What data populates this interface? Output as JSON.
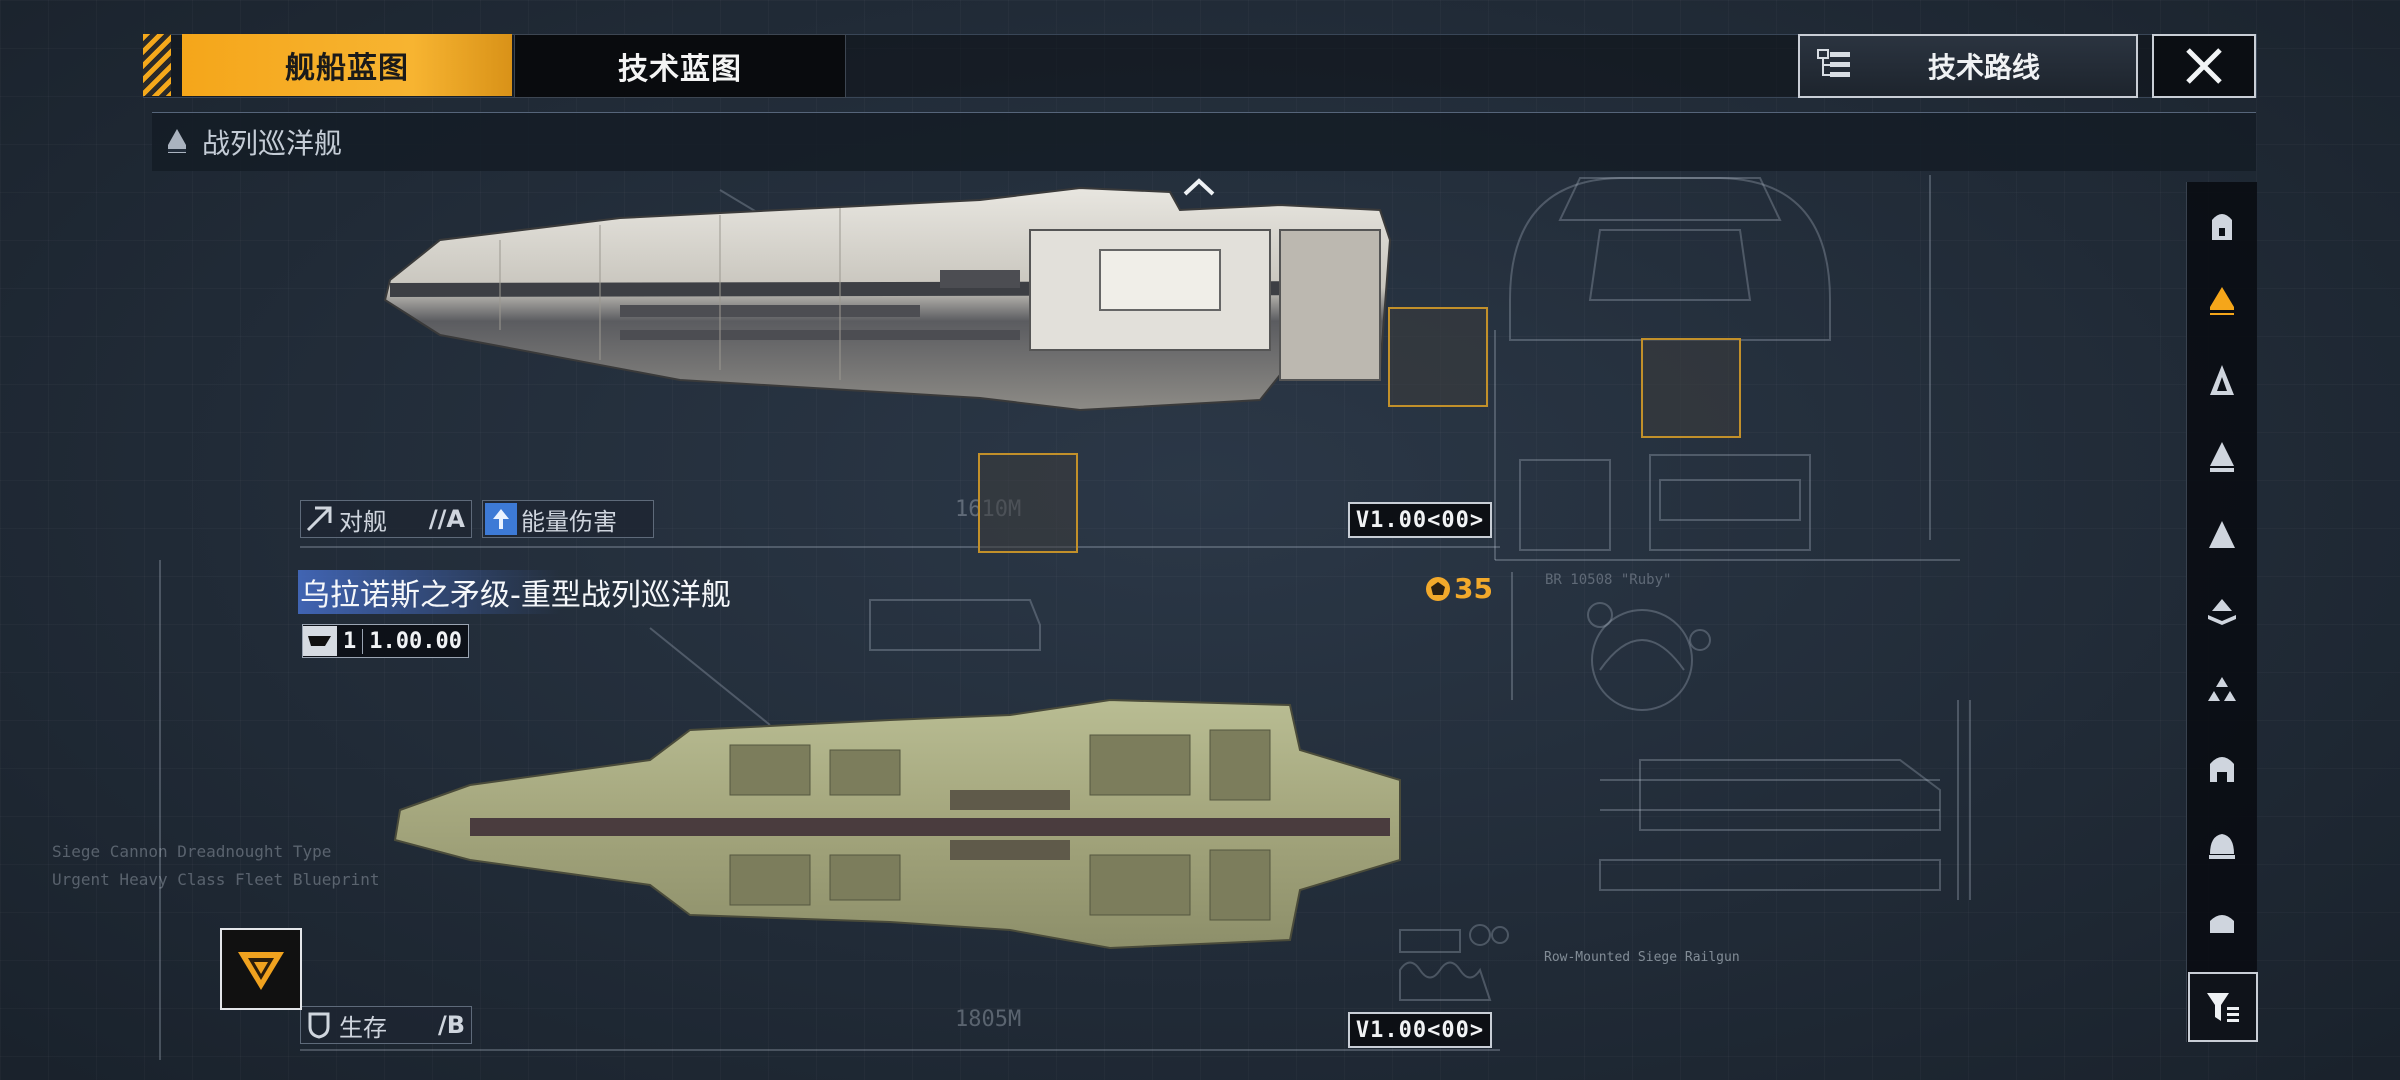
{
  "tabs": [
    {
      "label": "舰船蓝图",
      "active": true
    },
    {
      "label": "技术蓝图",
      "active": false
    }
  ],
  "route_button": {
    "label": "技术路线"
  },
  "close_button": {
    "icon": "close-icon"
  },
  "class_header": {
    "label": "战列巡洋舰",
    "icon": "cruiser-class-icon"
  },
  "upper_ship": {
    "role_label": "对舰",
    "role_grade": "//A",
    "damage_type": "能量伤害",
    "length": "1610M",
    "version": "V1.00<00>"
  },
  "ship": {
    "name": "乌拉诺斯之矛级-重型战列巡洋舰",
    "model_index": "1",
    "model_version": "1.00.00",
    "cost": "35"
  },
  "lower_ship": {
    "survival_label": "生存",
    "survival_grade": "/B",
    "length": "1805M",
    "version": "V1.00<00>"
  },
  "annotations": {
    "weapon_caption": "Row-Mounted Siege Railgun",
    "left_caption_1": "Siege Cannon Dreadnought Type",
    "left_caption_2": "Urgent Heavy Class Fleet Blueprint",
    "diagram_tag": "BR 10508 \"Ruby\""
  },
  "sidebar": {
    "items": [
      {
        "icon": "frigate-icon",
        "active": false
      },
      {
        "icon": "battlecruiser-icon",
        "active": true
      },
      {
        "icon": "destroyer-icon",
        "active": false
      },
      {
        "icon": "cruiser-icon",
        "active": false
      },
      {
        "icon": "battleship-icon",
        "active": false
      },
      {
        "icon": "carrier-icon",
        "active": false
      },
      {
        "icon": "corvette-icon",
        "active": false
      },
      {
        "icon": "auxiliary-icon",
        "active": false
      },
      {
        "icon": "dreadnought-icon",
        "active": false
      },
      {
        "icon": "station-icon",
        "active": false
      }
    ],
    "filter_icon": "filter-icon"
  },
  "colors": {
    "accent": "#f5a61a",
    "background": "#222d3a",
    "highlight_blue": "#466ec8",
    "cost": "#f2a92b"
  }
}
